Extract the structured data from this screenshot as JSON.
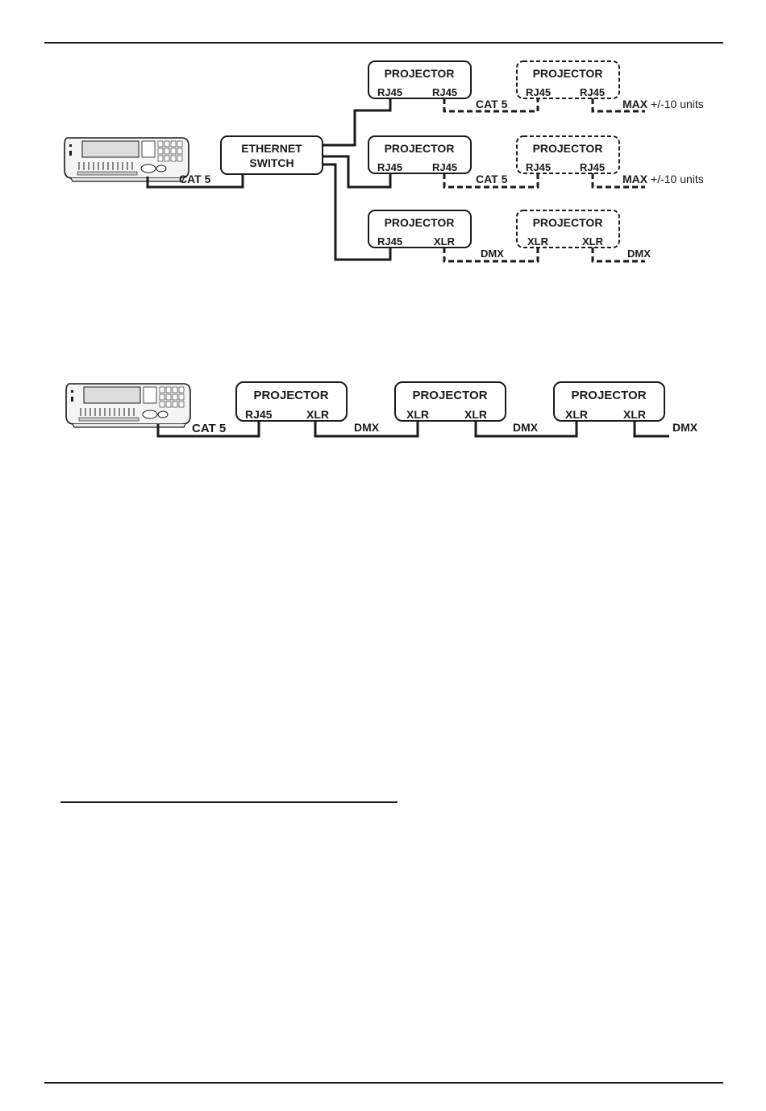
{
  "diagram_top": {
    "switch": {
      "line1": "ETHERNET",
      "line2": "SWITCH"
    },
    "console_link_label": "CAT 5",
    "rows": [
      {
        "projector": {
          "title": "PROJECTOR",
          "port_left": "RJ45",
          "port_right": "RJ45"
        },
        "link_label": "CAT 5",
        "extension": {
          "title": "PROJECTOR",
          "port_left": "RJ45",
          "port_right": "RJ45"
        },
        "tail_label_strong": "MAX",
        "tail_label": "+/-10 units"
      },
      {
        "projector": {
          "title": "PROJECTOR",
          "port_left": "RJ45",
          "port_right": "RJ45"
        },
        "link_label": "CAT 5",
        "extension": {
          "title": "PROJECTOR",
          "port_left": "RJ45",
          "port_right": "RJ45"
        },
        "tail_label_strong": "MAX",
        "tail_label": "+/-10 units"
      },
      {
        "projector": {
          "title": "PROJECTOR",
          "port_left": "RJ45",
          "port_right": "XLR"
        },
        "link_label": "DMX",
        "extension": {
          "title": "PROJECTOR",
          "port_left": "XLR",
          "port_right": "XLR"
        },
        "tail_label": "DMX"
      }
    ]
  },
  "diagram_bottom": {
    "console_link_label": "CAT 5",
    "projectors": [
      {
        "title": "PROJECTOR",
        "port_left": "RJ45",
        "port_right": "XLR",
        "out_label": "DMX"
      },
      {
        "title": "PROJECTOR",
        "port_left": "XLR",
        "port_right": "XLR",
        "out_label": "DMX"
      },
      {
        "title": "PROJECTOR",
        "port_left": "XLR",
        "port_right": "XLR",
        "out_label": "DMX"
      }
    ]
  }
}
